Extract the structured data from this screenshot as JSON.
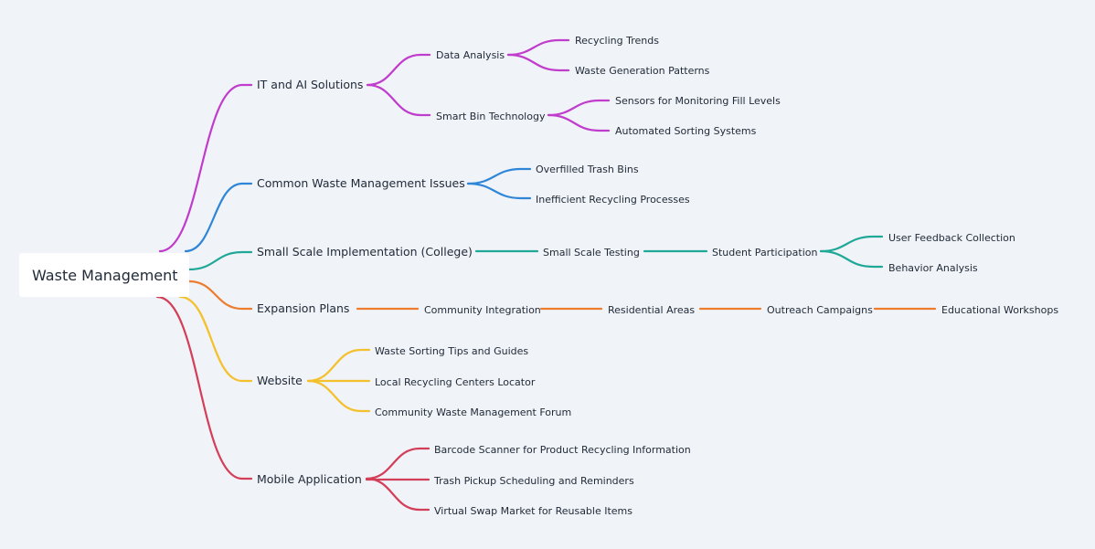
{
  "root": {
    "label": "Waste Management"
  },
  "branches": [
    {
      "label": "IT and AI Solutions",
      "color": "#c03ccc",
      "children": [
        {
          "label": "Data Analysis",
          "children": [
            {
              "label": "Recycling Trends"
            },
            {
              "label": "Waste Generation Patterns"
            }
          ]
        },
        {
          "label": "Smart Bin Technology",
          "children": [
            {
              "label": "Sensors for Monitoring Fill Levels"
            },
            {
              "label": "Automated Sorting Systems"
            }
          ]
        }
      ]
    },
    {
      "label": "Common Waste Management Issues",
      "color": "#2f86d8",
      "children": [
        {
          "label": "Overfilled Trash Bins"
        },
        {
          "label": "Inefficient Recycling Processes"
        }
      ]
    },
    {
      "label": "Small Scale Implementation (College)",
      "color": "#1fa898",
      "children": [
        {
          "label": "Small Scale Testing",
          "children": [
            {
              "label": "Student Participation",
              "children": [
                {
                  "label": "User Feedback Collection"
                },
                {
                  "label": "Behavior Analysis"
                }
              ]
            }
          ]
        }
      ]
    },
    {
      "label": "Expansion Plans",
      "color": "#ee7c2e",
      "children": [
        {
          "label": "Community Integration",
          "children": [
            {
              "label": "Residential Areas",
              "children": [
                {
                  "label": "Outreach Campaigns",
                  "children": [
                    {
                      "label": "Educational Workshops"
                    }
                  ]
                }
              ]
            }
          ]
        }
      ]
    },
    {
      "label": "Website",
      "color": "#f4c02b",
      "children": [
        {
          "label": "Waste Sorting Tips and Guides"
        },
        {
          "label": "Local Recycling Centers Locator"
        },
        {
          "label": "Community Waste Management Forum"
        }
      ]
    },
    {
      "label": "Mobile Application",
      "color": "#d33e58",
      "children": [
        {
          "label": "Barcode Scanner for Product Recycling Information"
        },
        {
          "label": "Trash Pickup Scheduling and Reminders"
        },
        {
          "label": "Virtual Swap Market for Reusable Items"
        }
      ]
    }
  ]
}
